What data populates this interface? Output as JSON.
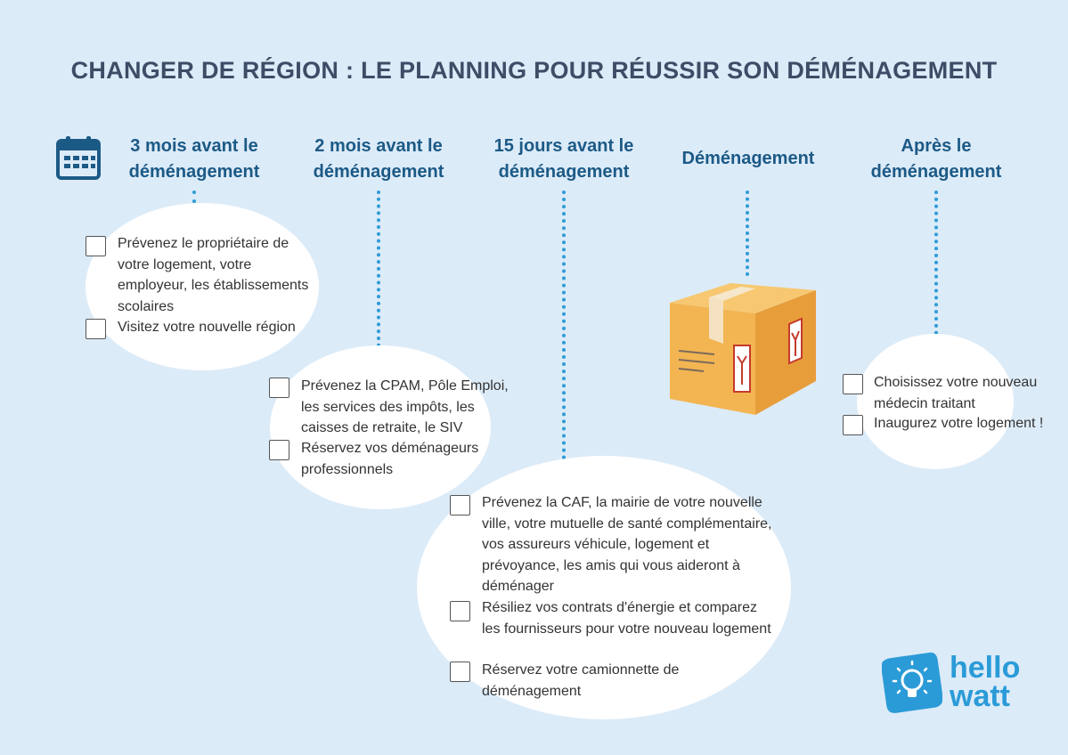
{
  "title": "CHANGER DE RÉGION : LE PLANNING POUR RÉUSSIR SON DÉMÉNAGEMENT",
  "columns": [
    {
      "heading_l1": "3 mois avant le",
      "heading_l2": "déménagement",
      "tasks": [
        {
          "text": "Prévenez le propriétaire de votre logement, votre employeur, les établissements scolaires"
        },
        {
          "text": "Visitez votre nouvelle région"
        }
      ]
    },
    {
      "heading_l1": "2 mois avant le",
      "heading_l2": "déménagement",
      "tasks": [
        {
          "text": "Prévenez la CPAM, Pôle Emploi, les services des impôts, les caisses de retraite, le SIV"
        },
        {
          "text": "Réservez vos déménageurs professionnels"
        }
      ]
    },
    {
      "heading_l1": "15 jours avant le",
      "heading_l2": "déménagement",
      "tasks": [
        {
          "text": "Prévenez la CAF, la mairie de votre nouvelle ville, votre mutuelle de santé complémentaire, vos assureurs véhicule, logement et prévoyance, les amis qui vous aideront à déménager"
        },
        {
          "text": "Résiliez vos contrats d'énergie et comparez les fournisseurs pour votre nouveau logement"
        },
        {
          "text": "Réservez votre camionnette de déménagement"
        }
      ]
    },
    {
      "heading_l1": "Déménagement",
      "heading_l2": "",
      "tasks": []
    },
    {
      "heading_l1": "Après le",
      "heading_l2": "déménagement",
      "tasks": [
        {
          "text": "Choisissez votre nouveau médecin traitant"
        },
        {
          "text": "Inaugurez votre logement !"
        }
      ]
    }
  ],
  "logo": {
    "line1": "hello",
    "line2": "watt"
  },
  "icons": {
    "calendar": "calendar-icon",
    "parcel": "moving-box-icon",
    "logo": "lightbulb-logo-icon"
  },
  "colors": {
    "background": "#dcebf8",
    "heading": "#1c5a86",
    "title": "#3e4d66",
    "accent": "#2b9bd8",
    "box": "#f3b552"
  }
}
